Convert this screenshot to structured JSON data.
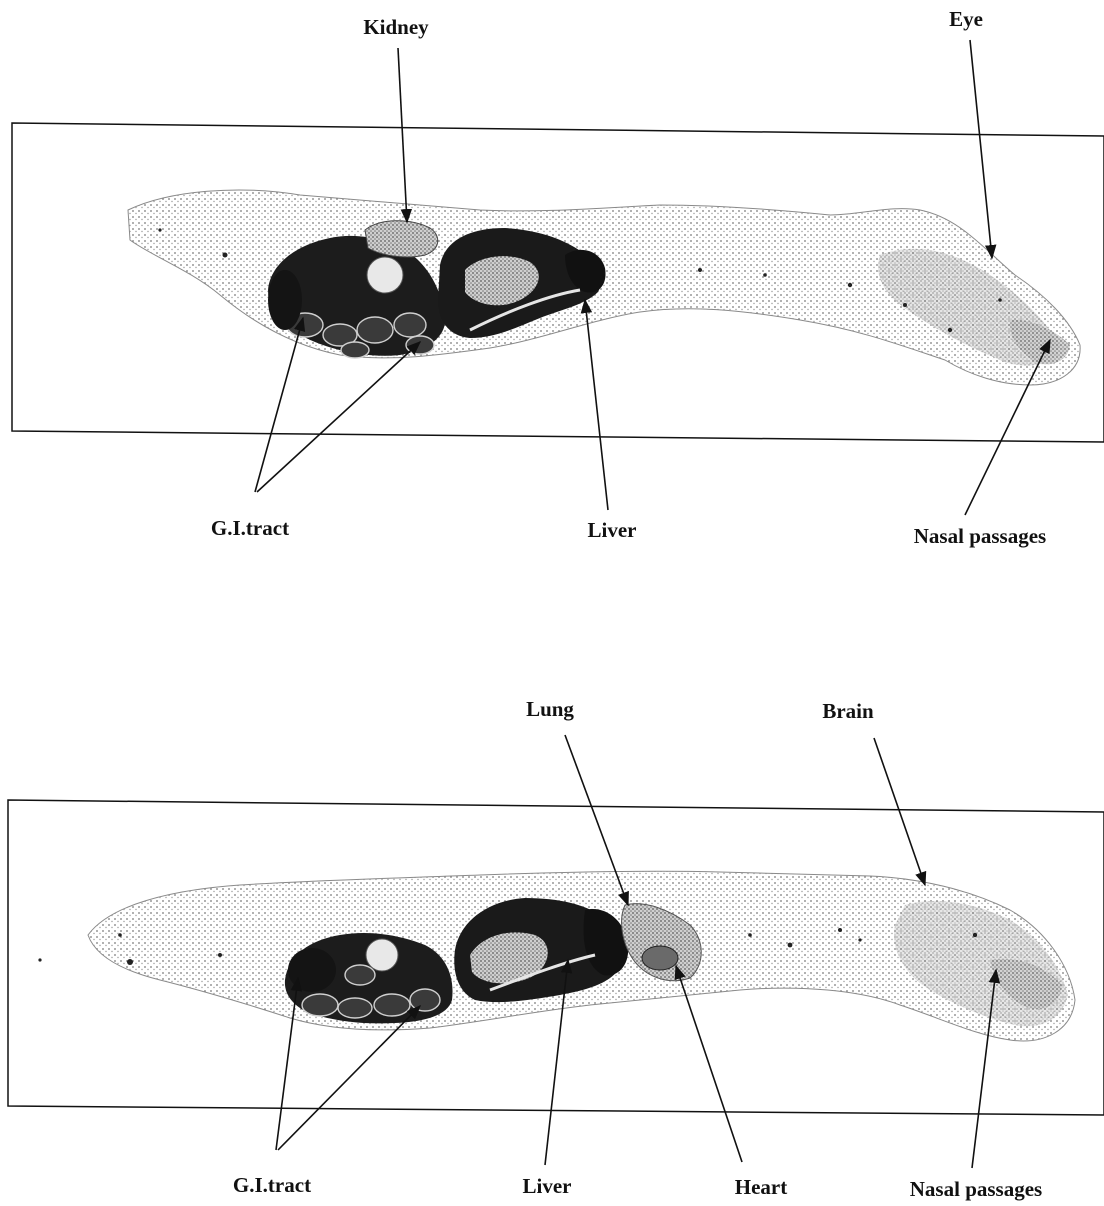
{
  "panels": [
    {
      "id": "top",
      "labels": {
        "kidney": "Kidney",
        "eye": "Eye",
        "gi_tract": "G.I.tract",
        "liver": "Liver",
        "nasal_passages": "Nasal passages"
      }
    },
    {
      "id": "bottom",
      "labels": {
        "lung": "Lung",
        "brain": "Brain",
        "gi_tract": "G.I.tract",
        "liver": "Liver",
        "heart": "Heart",
        "nasal_passages": "Nasal passages"
      }
    }
  ],
  "colors": {
    "ink": "#111111",
    "tissue_dark": "#1a1a1a",
    "tissue_mid": "#9a9a9a",
    "tissue_light": "#d8d8d8"
  }
}
